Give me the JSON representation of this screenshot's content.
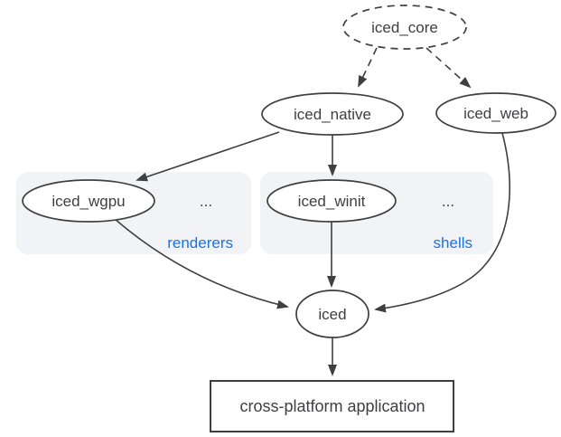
{
  "nodes": {
    "iced_core": {
      "label": "iced_core",
      "shape": "dashed-ellipse"
    },
    "iced_native": {
      "label": "iced_native",
      "shape": "ellipse"
    },
    "iced_web": {
      "label": "iced_web",
      "shape": "ellipse"
    },
    "iced_wgpu": {
      "label": "iced_wgpu",
      "shape": "ellipse"
    },
    "iced_winit": {
      "label": "iced_winit",
      "shape": "ellipse"
    },
    "iced": {
      "label": "iced",
      "shape": "ellipse"
    },
    "application": {
      "label": "cross-platform application",
      "shape": "rectangle"
    }
  },
  "groups": {
    "renderers": {
      "label": "renderers",
      "ellipsis": "..."
    },
    "shells": {
      "label": "shells",
      "ellipsis": "..."
    }
  },
  "edges": [
    {
      "from": "iced_core",
      "to": "iced_native",
      "style": "dashed"
    },
    {
      "from": "iced_core",
      "to": "iced_web",
      "style": "dashed"
    },
    {
      "from": "iced_native",
      "to": "iced_wgpu",
      "style": "solid"
    },
    {
      "from": "iced_native",
      "to": "iced_winit",
      "style": "solid"
    },
    {
      "from": "iced_wgpu",
      "to": "iced",
      "style": "solid"
    },
    {
      "from": "iced_winit",
      "to": "iced",
      "style": "solid"
    },
    {
      "from": "iced_web",
      "to": "iced",
      "style": "solid"
    },
    {
      "from": "iced",
      "to": "application",
      "style": "solid"
    }
  ],
  "colors": {
    "canvas_background": "#ffffff",
    "node_stroke": "#3f3f3f",
    "node_fill": "#ffffff",
    "edge_stroke": "#3f3f3f",
    "text": "#3d3f42",
    "group_background": "#f1f3f7",
    "group_label": "#1a73e8"
  }
}
